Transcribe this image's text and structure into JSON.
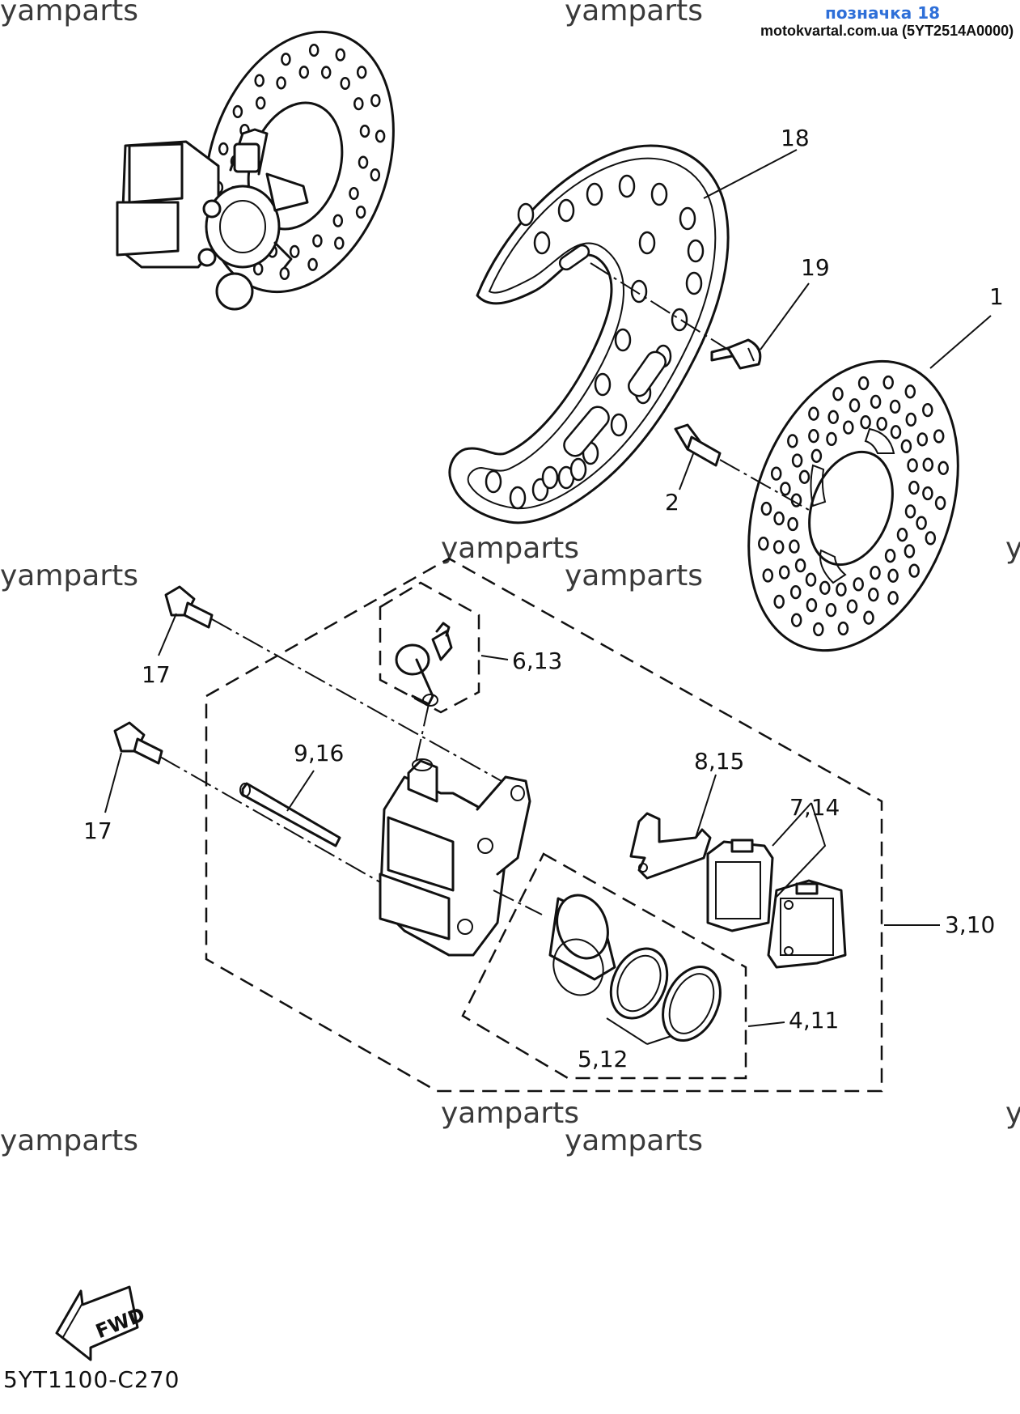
{
  "header": {
    "ref_label": "позначка 18",
    "source": "motokvartal.com.ua (5YT2514A0000)"
  },
  "watermark": "yamparts",
  "footer": {
    "diagram_code": "5YT1100-C270",
    "fwd_label": "FWD"
  },
  "callouts": {
    "c1": "1",
    "c2": "2",
    "c18": "18",
    "c19": "19",
    "c17a": "17",
    "c17b": "17",
    "c6_13": "6,13",
    "c9_16": "9,16",
    "c8_15": "8,15",
    "c7_14": "7,14",
    "c3_10": "3,10",
    "c4_11": "4,11",
    "c5_12": "5,12"
  },
  "colors": {
    "ref_label": "#2e6fd8",
    "line": "#111111"
  }
}
